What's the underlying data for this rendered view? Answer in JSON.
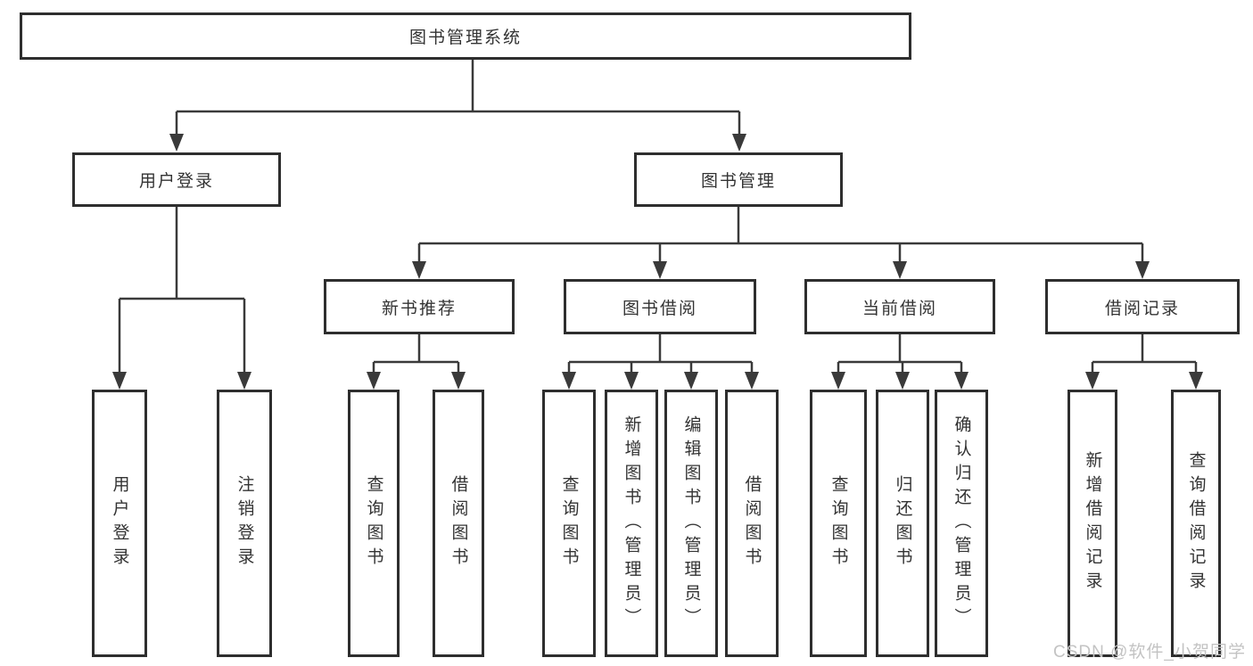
{
  "tree": {
    "label": "图书管理系统",
    "children": [
      {
        "label": "用户登录",
        "children": [
          {
            "label": "用户登录"
          },
          {
            "label": "注销登录"
          }
        ]
      },
      {
        "label": "图书管理",
        "children": [
          {
            "label": "新书推荐",
            "children": [
              {
                "label": "查询图书"
              },
              {
                "label": "借阅图书"
              }
            ]
          },
          {
            "label": "图书借阅",
            "children": [
              {
                "label": "查询图书"
              },
              {
                "label": "新增图书（管理员）"
              },
              {
                "label": "编辑图书（管理员）"
              },
              {
                "label": "借阅图书"
              }
            ]
          },
          {
            "label": "当前借阅",
            "children": [
              {
                "label": "查询图书"
              },
              {
                "label": "归还图书"
              },
              {
                "label": "确认归还（管理员）"
              }
            ]
          },
          {
            "label": "借阅记录",
            "children": [
              {
                "label": "新增借阅记录"
              },
              {
                "label": "查询借阅记录"
              }
            ]
          }
        ]
      }
    ]
  },
  "watermark": {
    "text": "CSDN @软件_小贺同学"
  },
  "colors": {
    "line": "#3a3a3a",
    "box_border": "#2e2e2e",
    "text": "#333333",
    "watermark": "#c3c3c3",
    "background": "#ffffff"
  }
}
